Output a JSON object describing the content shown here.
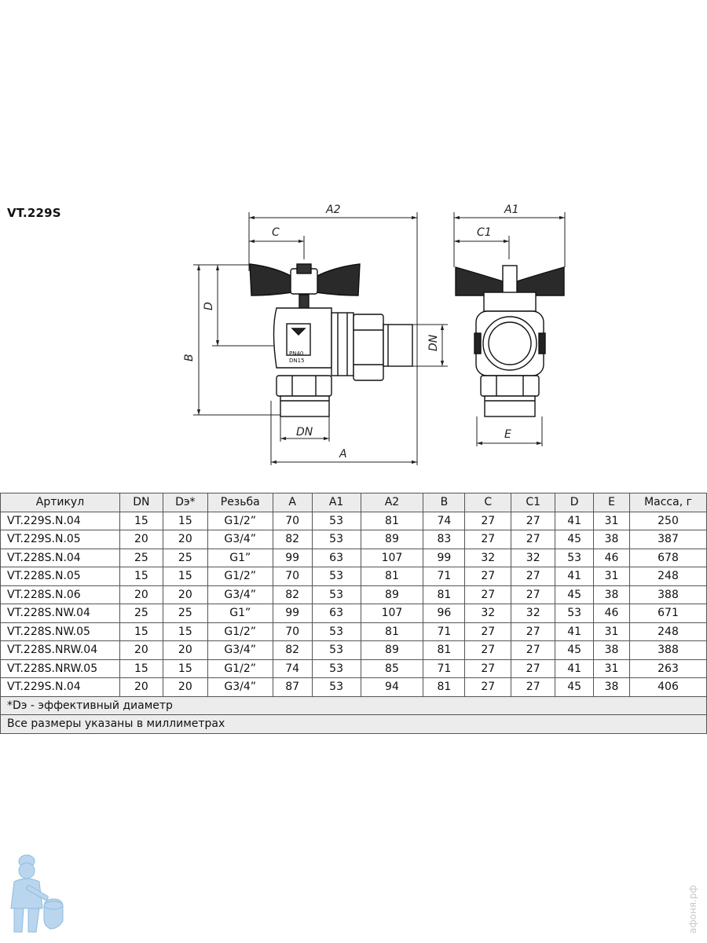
{
  "title": "VT.229S",
  "drawing": {
    "labels": {
      "a2": "A2",
      "c": "C",
      "d": "D",
      "b": "B",
      "dn_side": "DN",
      "dn_bottom": "DN",
      "a": "A",
      "a1": "A1",
      "c1": "C1",
      "e": "E"
    },
    "body_marks": {
      "pn": "PN40",
      "dn": "DN15"
    }
  },
  "table": {
    "headers": [
      "Артикул",
      "DN",
      "Dэ*",
      "Резьба",
      "A",
      "A1",
      "A2",
      "B",
      "C",
      "C1",
      "D",
      "E",
      "Масса, г"
    ],
    "rows": [
      [
        "VT.229S.N.04",
        "15",
        "15",
        "G1/2”",
        "70",
        "53",
        "81",
        "74",
        "27",
        "27",
        "41",
        "31",
        "250"
      ],
      [
        "VT.229S.N.05",
        "20",
        "20",
        "G3/4”",
        "82",
        "53",
        "89",
        "83",
        "27",
        "27",
        "45",
        "38",
        "387"
      ],
      [
        "VT.228S.N.04",
        "25",
        "25",
        "G1”",
        "99",
        "63",
        "107",
        "99",
        "32",
        "32",
        "53",
        "46",
        "678"
      ],
      [
        "VT.228S.N.05",
        "15",
        "15",
        "G1/2”",
        "70",
        "53",
        "81",
        "71",
        "27",
        "27",
        "41",
        "31",
        "248"
      ],
      [
        "VT.228S.N.06",
        "20",
        "20",
        "G3/4”",
        "82",
        "53",
        "89",
        "81",
        "27",
        "27",
        "45",
        "38",
        "388"
      ],
      [
        "VT.228S.NW.04",
        "25",
        "25",
        "G1”",
        "99",
        "63",
        "107",
        "96",
        "32",
        "32",
        "53",
        "46",
        "671"
      ],
      [
        "VT.228S.NW.05",
        "15",
        "15",
        "G1/2”",
        "70",
        "53",
        "81",
        "71",
        "27",
        "27",
        "41",
        "31",
        "248"
      ],
      [
        "VT.228S.NRW.04",
        "20",
        "20",
        "G3/4”",
        "82",
        "53",
        "89",
        "81",
        "27",
        "27",
        "45",
        "38",
        "388"
      ],
      [
        "VT.228S.NRW.05",
        "15",
        "15",
        "G1/2”",
        "74",
        "53",
        "85",
        "71",
        "27",
        "27",
        "41",
        "31",
        "263"
      ],
      [
        "VT.229S.N.04",
        "20",
        "20",
        "G3/4”",
        "87",
        "53",
        "94",
        "81",
        "27",
        "27",
        "45",
        "38",
        "406"
      ]
    ],
    "notes": [
      "*Dэ - эффективный диаметр",
      "Все размеры указаны в миллиметрах"
    ]
  },
  "watermark": "афоня.рф"
}
